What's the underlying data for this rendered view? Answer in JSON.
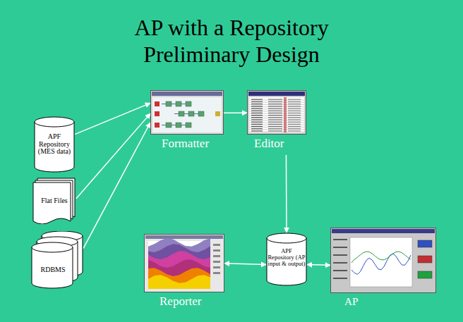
{
  "diagram": {
    "title": "AP with a Repository Preliminary Design",
    "nodes": [
      {
        "text": [
          "APF Repository (MES data)"
        ]
      },
      {
        "text": [
          "Flat Files"
        ]
      },
      {
        "text": [
          "RDBMS"
        ]
      },
      {
        "text": [
          "Formatter"
        ]
      },
      {
        "text": [
          "Editor"
        ]
      },
      {
        "text": [
          "APF Repository (AP input & output)"
        ]
      },
      {
        "text": [
          "Reporter"
        ]
      },
      {
        "text": [
          "AP"
        ]
      }
    ],
    "edges": [
      {
        "from": 0,
        "to": 3,
        "arrow": "to"
      },
      {
        "from": 1,
        "to": 3,
        "arrow": "to"
      },
      {
        "from": 2,
        "to": 3,
        "arrow": "to"
      },
      {
        "from": 3,
        "to": 4,
        "arrow": "to"
      },
      {
        "from": 4,
        "to": 5,
        "arrow": "to"
      },
      {
        "from": 6,
        "to": 5,
        "arrow": "both"
      },
      {
        "from": 5,
        "to": 7,
        "arrow": "both"
      }
    ]
  }
}
